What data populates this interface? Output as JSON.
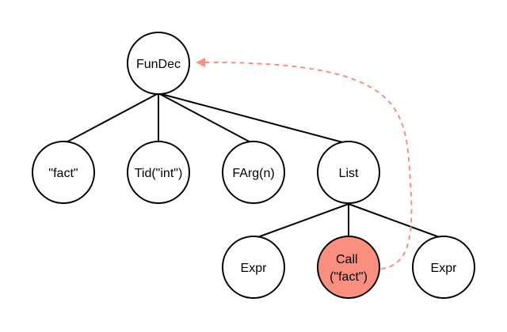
{
  "diagram": {
    "accent_color": "#fa8f80",
    "nodes": {
      "fundec": {
        "lines": [
          "FunDec"
        ]
      },
      "fact_literal": {
        "lines": [
          "\"fact\""
        ]
      },
      "tid_int": {
        "lines": [
          "Tid(\"int\")"
        ]
      },
      "farg_n": {
        "lines": [
          "FArg(n)"
        ]
      },
      "list": {
        "lines": [
          "List"
        ]
      },
      "expr_left": {
        "lines": [
          "Expr"
        ]
      },
      "call_fact": {
        "lines": [
          "Call",
          "(\"fact\")"
        ]
      },
      "expr_right": {
        "lines": [
          "Expr"
        ]
      }
    }
  }
}
